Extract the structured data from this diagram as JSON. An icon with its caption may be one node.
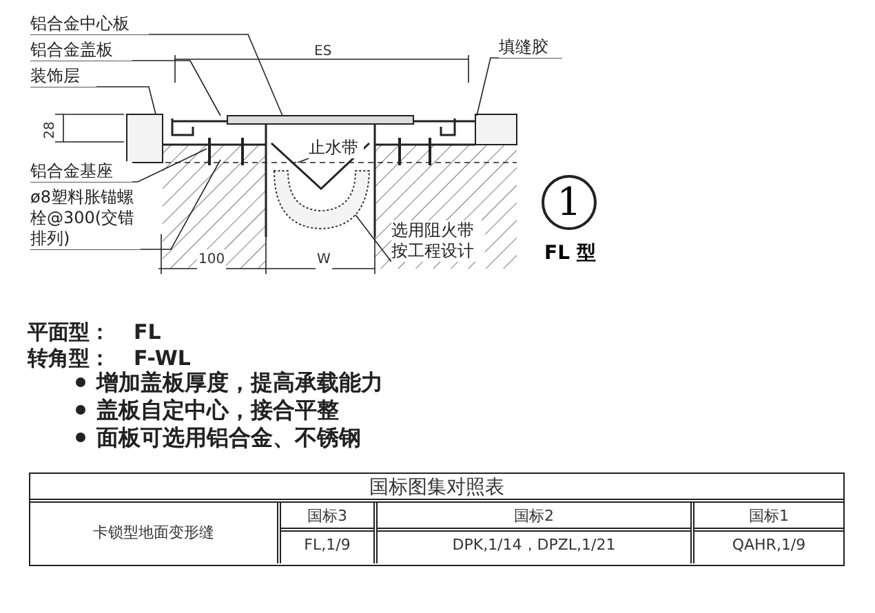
{
  "diagram": {
    "nodes": [
      {
        "text": [
          "铝合金中心板"
        ]
      },
      {
        "text": [
          "铝合金盖板"
        ]
      },
      {
        "text": [
          "装饰层"
        ]
      },
      {
        "text": [
          "填缝胶"
        ]
      },
      {
        "text": [
          "止水带"
        ]
      },
      {
        "text": [
          "铝合金基座"
        ]
      },
      {
        "text": [
          "ø8塑料胀锚螺栓@300(交错排列)"
        ]
      },
      {
        "text": [
          "选用阻火带按工程设计"
        ]
      },
      {
        "text": [
          "1"
        ],
        "beside": [
          "FL 型"
        ]
      }
    ],
    "edges": [
      {
        "from": 0,
        "to": null,
        "arrow": "none"
      },
      {
        "from": 1,
        "to": null,
        "arrow": "none"
      },
      {
        "from": 2,
        "to": null,
        "arrow": "none"
      },
      {
        "from": 3,
        "to": null,
        "arrow": "none"
      },
      {
        "from": 4,
        "to": null,
        "arrow": "none"
      },
      {
        "from": 5,
        "to": null,
        "arrow": "none"
      },
      {
        "from": 6,
        "to": null,
        "arrow": "none"
      },
      {
        "from": 7,
        "to": null,
        "arrow": "none"
      }
    ],
    "labels": [
      "ES",
      "28",
      "100",
      "W",
      "平面型：",
      "FL",
      "转角型：",
      "F-WL",
      "增加盖板厚度，提高承载能力",
      "盖板自定中心，接合平整",
      "面板可选用铝合金、不锈钢",
      "国标图集对照表",
      "卡锁型地面变形缝",
      "国标3",
      "国标2",
      "国标1",
      "FL,1/9",
      "DPK,1/14，DPZL,1/21",
      "QAHR,1/9"
    ]
  }
}
